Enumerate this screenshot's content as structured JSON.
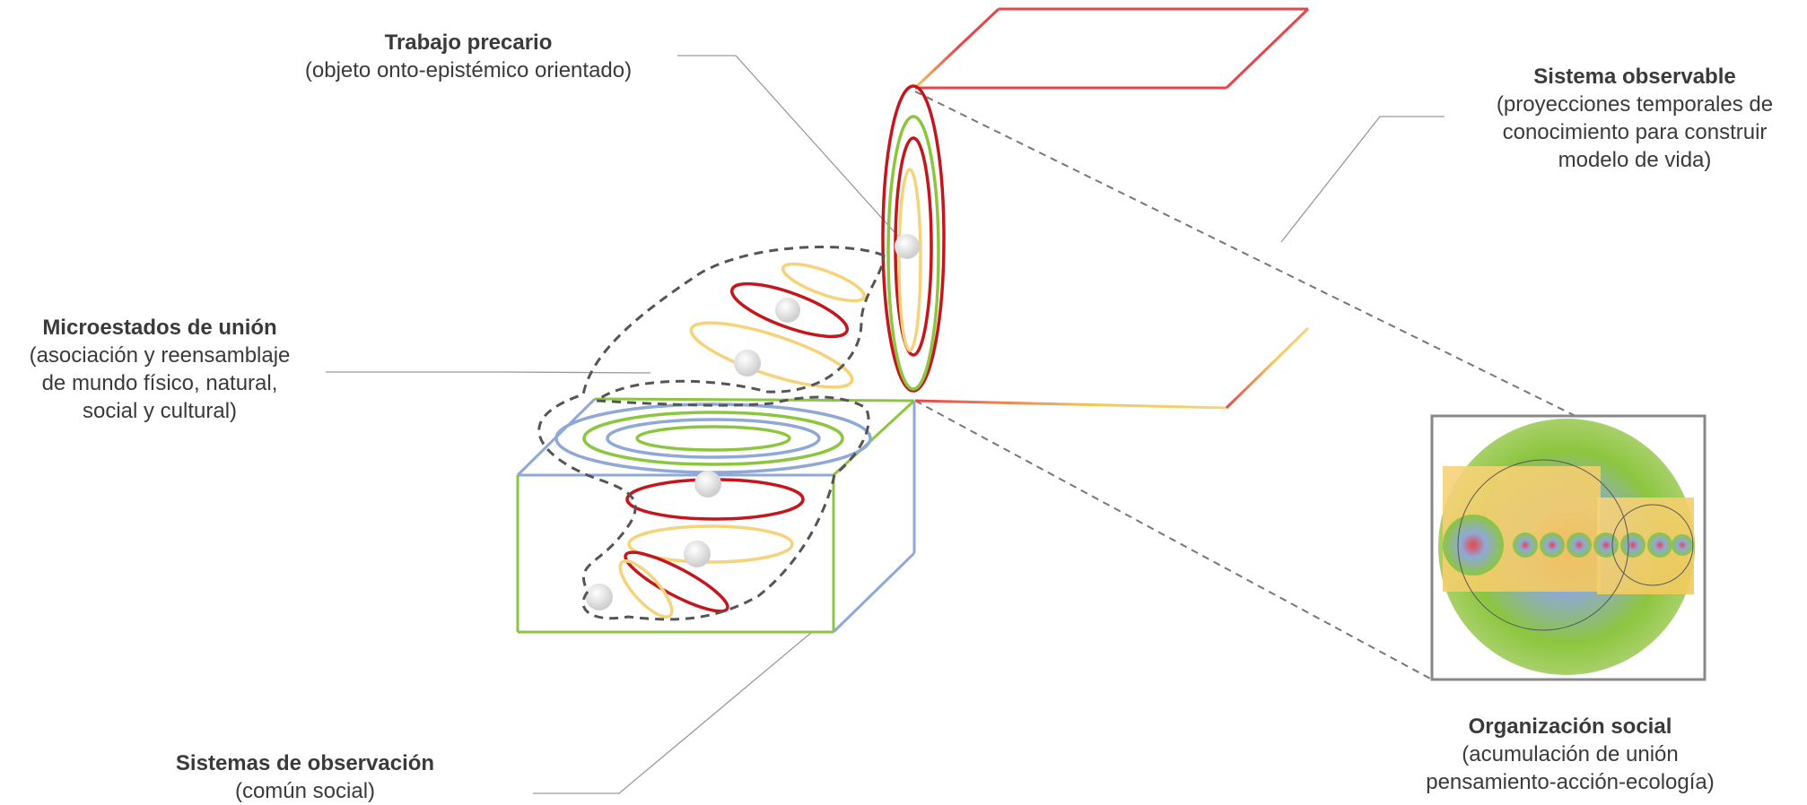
{
  "labels": {
    "trabajo": {
      "title": "Trabajo precario",
      "lines": [
        "(objeto onto-epistémico orientado)"
      ]
    },
    "sistema_observable": {
      "title": "Sistema observable",
      "lines": [
        "(proyecciones temporales de",
        "conocimiento para construir",
        "modelo de vida)"
      ]
    },
    "microestados": {
      "title": "Microestados de unión",
      "lines": [
        "(asociación y reensamblaje",
        "de mundo físico, natural,",
        "social y cultural)"
      ]
    },
    "sistemas_observacion": {
      "title": "Sistemas de observación",
      "lines": [
        "(común social)"
      ]
    },
    "organizacion": {
      "title": "Organización social",
      "lines": [
        "(acumulación de unión",
        "pensamiento-acción-ecología)"
      ]
    }
  },
  "colors": {
    "red": "#c4161c",
    "green": "#8cc63f",
    "yellow": "#f6d37a",
    "blue": "#8fa8d8",
    "cube_red": "#e8454a",
    "leader": "#999999",
    "dashed": "#444444"
  }
}
